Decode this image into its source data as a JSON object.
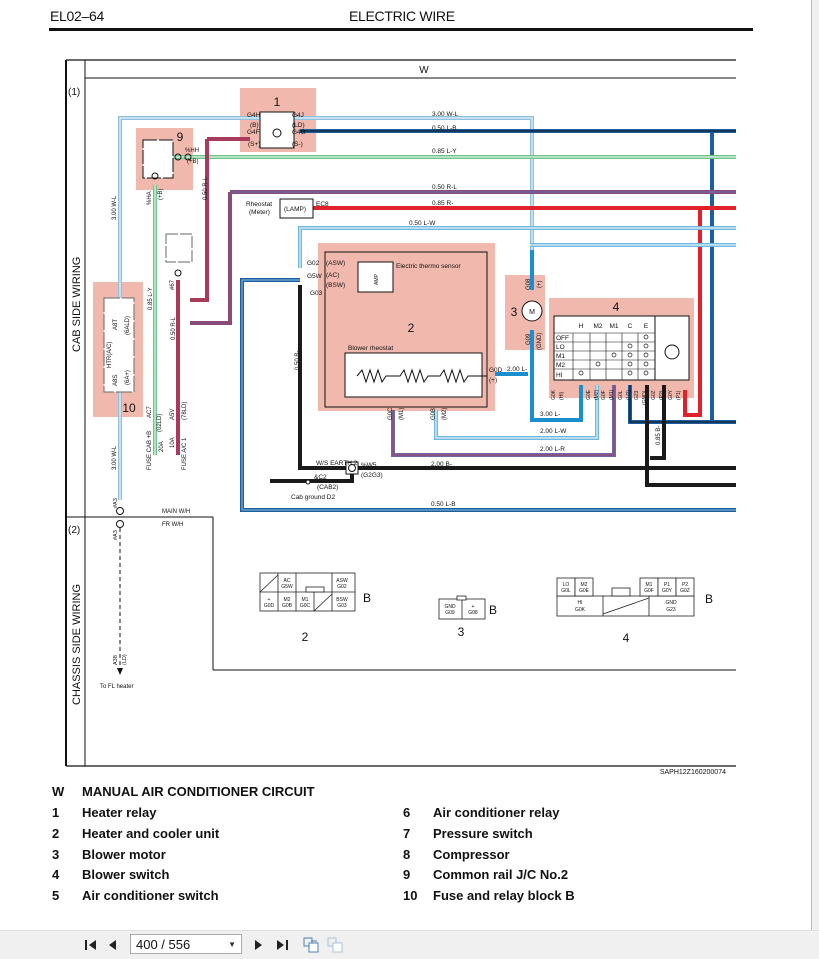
{
  "header": {
    "page_code": "EL02–64",
    "title": "ELECTRIC WIRE"
  },
  "diagram": {
    "section_label": "W",
    "row_labels": [
      "(1)",
      "(2)"
    ],
    "side_labels": [
      "CAB SIDE WIRING",
      "CHASSIS SIDE WIRING"
    ],
    "drawing_code": "SAPH12Z160200074",
    "colors": {
      "light_blue": "#8fc0de",
      "blue": "#1a8fd0",
      "dark_blue": "#1b5fa0",
      "green": "#6cc48a",
      "red": "#e02128",
      "maroon": "#a83a5c",
      "purple": "#6a6aa8",
      "black": "#1a1a1a",
      "pink": "#f1b9ad"
    },
    "wire_labels": {
      "w1": "3.00 W-L",
      "w2": "0.50 L-B",
      "w3": "0.85 L-Y",
      "w4": "0.50 R-L",
      "w5": "0.85 R-",
      "w6": "0.50 L-W",
      "w7": "2.00 L-",
      "w8": "3.00 L-",
      "w9": "2.00 L-W",
      "w10": "2.00 L-R",
      "w11": "2.00 B-",
      "w12": "0.50 L-B",
      "w13": "0.50 B-",
      "w14": "3.00 W-L",
      "w15": "0.85 L-Y",
      "w16": "0.50 R-L",
      "w17": "3.00 W-L",
      "w18": "0.85 B-",
      "w19": "0.50 R-L"
    },
    "components": {
      "c1": {
        "num": "1",
        "pins": [
          "G4H",
          "G4J",
          "(B)",
          "(LD)",
          "G4F",
          "G4G",
          "(S+)",
          "(S-)"
        ]
      },
      "c9": {
        "num": "9",
        "pins": [
          "%HH",
          "(+B)",
          "%HA",
          "(+B)"
        ]
      },
      "c2": {
        "num": "2",
        "pins": [
          "G02",
          "(ASW)",
          "G5W",
          "(AC)",
          "G03",
          "(BSW)",
          "G0D",
          "(+)",
          "G0C",
          "(M1)",
          "G0B",
          "(M2)"
        ],
        "sub1": "Electric thermo sensor",
        "sub2": "Blower rheostat",
        "amp": "AMP"
      },
      "c3": {
        "num": "3",
        "pins": [
          "G08",
          "(+)",
          "G09",
          "(GND)"
        ],
        "motor": "M"
      },
      "c4": {
        "num": "4",
        "cols": [
          "H",
          "M2",
          "M1",
          "C",
          "E"
        ],
        "rows": [
          "OFF",
          "LO",
          "M1",
          "M2",
          "HI"
        ],
        "pins": [
          "G0K",
          "(HI)",
          "G0E",
          "(M2)",
          "G0F",
          "(M1)",
          "G0L",
          "(LO)",
          "G23",
          "(GND)",
          "G0Z",
          "(P2)",
          "G0Y",
          "(P1)"
        ]
      },
      "c10": {
        "num": "10",
        "pins": [
          "A8T",
          "(6ALD)",
          "HTR(A/C)",
          "A8S",
          "(6A+)"
        ]
      },
      "rheostat": {
        "label1": "Rheostat",
        "label2": "(Meter)",
        "box": "(LAMP)",
        "pin": "EC8"
      },
      "fuse1": {
        "pin": "AC7",
        "conn": "(02LD)",
        "amp": "20A",
        "label": "FUSE CAB +B"
      },
      "fuse2": {
        "pin": "A5V",
        "conn": "(78LD)",
        "amp": "10A",
        "label": "FUSE A/C 1"
      },
      "relay_pin": "#67",
      "ground": {
        "a": "W/S EARTH 2",
        "b": "%W5",
        "c": "(G2G3)",
        "d": "&C2",
        "e": "(CAB2)",
        "f": "Cab ground D2"
      },
      "harness": {
        "main": "MAIN W/H",
        "fr": "FR W/H",
        "pin_a": "#A3",
        "pin_b": "#A3",
        "pin_c": "A38",
        "pin_c2": "(LD)",
        "to": "To FL heater"
      }
    },
    "connectors": {
      "c2": {
        "num": "2",
        "side": "B",
        "cells": [
          [
            "AC",
            "G5W"
          ],
          [
            "ASW",
            "G02"
          ],
          [
            "+",
            "G0D"
          ],
          [
            "M2",
            "G0B"
          ],
          [
            "M1",
            "G0C"
          ],
          [
            "BSW",
            "G03"
          ]
        ]
      },
      "c3": {
        "num": "3",
        "side": "B",
        "cells": [
          [
            "GND",
            "G09"
          ],
          [
            "+",
            "G08"
          ]
        ]
      },
      "c4": {
        "num": "4",
        "side": "B",
        "cells": [
          [
            "LO",
            "G0L"
          ],
          [
            "M2",
            "G0E"
          ],
          [
            "M1",
            "G0F"
          ],
          [
            "P1",
            "G0Y"
          ],
          [
            "P2",
            "G0Z"
          ],
          [
            "HI",
            "G0K"
          ],
          [
            "GND",
            "G23"
          ]
        ]
      }
    }
  },
  "legend": {
    "title_key": "W",
    "title": "MANUAL AIR CONDITIONER CIRCUIT",
    "items": [
      {
        "num": "1",
        "label": "Heater relay"
      },
      {
        "num": "2",
        "label": "Heater and cooler unit"
      },
      {
        "num": "3",
        "label": "Blower motor"
      },
      {
        "num": "4",
        "label": "Blower switch"
      },
      {
        "num": "5",
        "label": "Air conditioner switch"
      },
      {
        "num": "6",
        "label": "Air conditioner relay"
      },
      {
        "num": "7",
        "label": "Pressure switch"
      },
      {
        "num": "8",
        "label": "Compressor"
      },
      {
        "num": "9",
        "label": "Common rail J/C No.2"
      },
      {
        "num": "10",
        "label": "Fuse and relay block B"
      }
    ]
  },
  "toolbar": {
    "page_display": "400 / 556",
    "current_page": 400,
    "total_pages": 556
  }
}
